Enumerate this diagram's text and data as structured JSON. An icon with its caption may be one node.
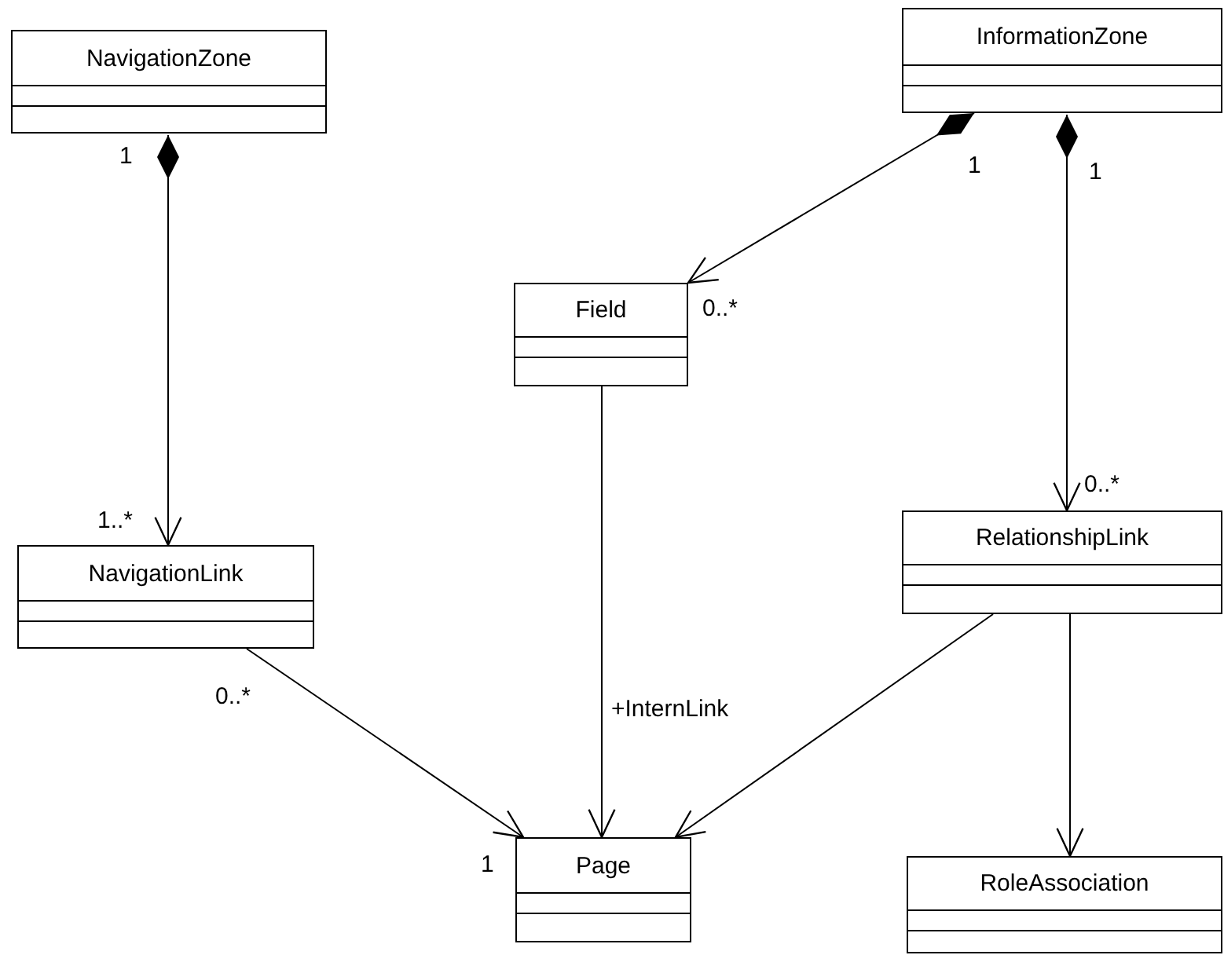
{
  "diagram": {
    "nodes": [
      {
        "text": [
          "NavigationZone"
        ]
      },
      {
        "text": [
          "InformationZone"
        ]
      },
      {
        "text": [
          "Field"
        ]
      },
      {
        "text": [
          "NavigationLink"
        ]
      },
      {
        "text": [
          "RelationshipLink"
        ]
      },
      {
        "text": [
          "Page"
        ]
      },
      {
        "text": [
          "RoleAssociation"
        ]
      }
    ],
    "edges": [
      {
        "from": 0,
        "to": 3,
        "arrow": "to"
      },
      {
        "from": 1,
        "to": 2,
        "arrow": "to"
      },
      {
        "from": 1,
        "to": 4,
        "arrow": "to"
      },
      {
        "from": 3,
        "to": 5,
        "arrow": "to"
      },
      {
        "from": 2,
        "to": 5,
        "arrow": "to",
        "label": "+InternLink"
      },
      {
        "from": 4,
        "to": 5,
        "arrow": "to"
      },
      {
        "from": 4,
        "to": 6,
        "arrow": "to"
      }
    ],
    "labels": [
      "1",
      "1",
      "1",
      "0..*",
      "0..*",
      "1..*",
      "0..*",
      "1"
    ]
  }
}
